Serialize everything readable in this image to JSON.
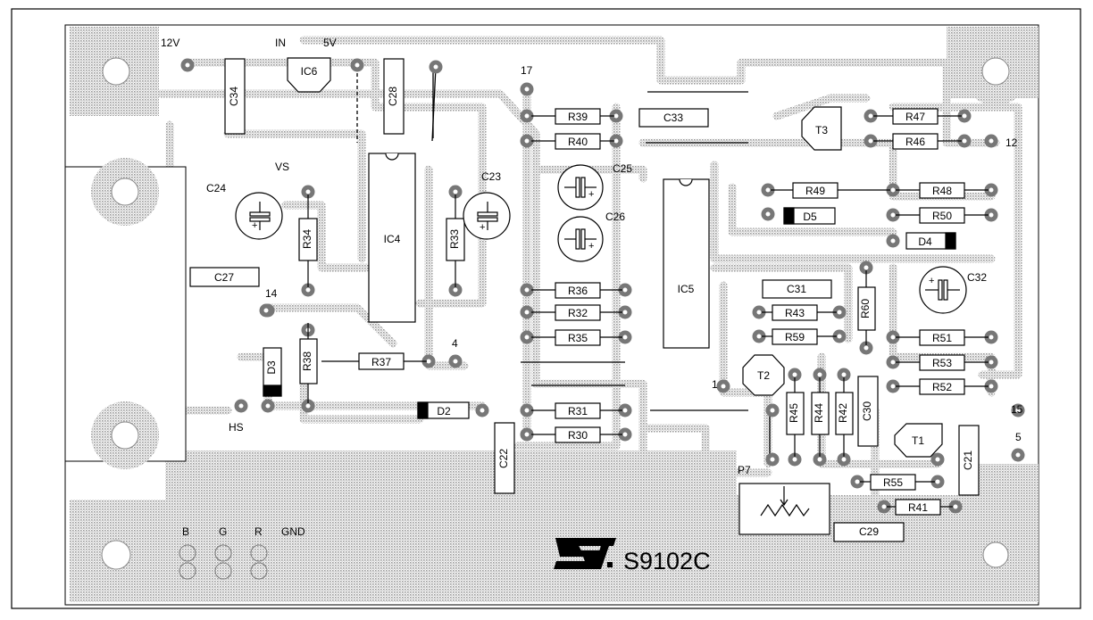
{
  "board": {
    "id": "S9102C",
    "connectors": {
      "v12": "12V",
      "in": "IN",
      "v5": "5V",
      "vs": "VS",
      "hs": "HS",
      "b": "B",
      "g": "G",
      "r": "R",
      "gnd": "GND"
    },
    "pins": {
      "p17": "17",
      "p14": "14",
      "p4": "4",
      "p1": "1",
      "p12": "12",
      "p15": "15",
      "p5": "5"
    },
    "ics": {
      "ic4": "IC4",
      "ic5": "IC5",
      "ic6": "IC6"
    },
    "transistors": {
      "t1": "T1",
      "t2": "T2",
      "t3": "T3"
    },
    "potentiometer": "P7",
    "capacitors": {
      "c21": "C21",
      "c22": "C22",
      "c23": "C23",
      "c24": "C24",
      "c25": "C25",
      "c26": "C26",
      "c27": "C27",
      "c28": "C28",
      "c29": "C29",
      "c30": "C30",
      "c31": "C31",
      "c32": "C32",
      "c33": "C33",
      "c34": "C34"
    },
    "diodes": {
      "d2": "D2",
      "d3": "D3",
      "d4": "D4",
      "d5": "D5"
    },
    "resistors": {
      "r30": "R30",
      "r31": "R31",
      "r32": "R32",
      "r33": "R33",
      "r34": "R34",
      "r35": "R35",
      "r36": "R36",
      "r37": "R37",
      "r38": "R38",
      "r39": "R39",
      "r40": "R40",
      "r41": "R41",
      "r42": "R42",
      "r43": "R43",
      "r44": "R44",
      "r45": "R45",
      "r46": "R46",
      "r47": "R47",
      "r48": "R48",
      "r49": "R49",
      "r50": "R50",
      "r51": "R51",
      "r52": "R52",
      "r53": "R53",
      "r55": "R55",
      "r59": "R59",
      "r60": "R60"
    }
  },
  "colors": {
    "copper": "#bdbdbd",
    "pad": "#a8a8a8",
    "ink": "#000000",
    "body": "#ffffff"
  }
}
